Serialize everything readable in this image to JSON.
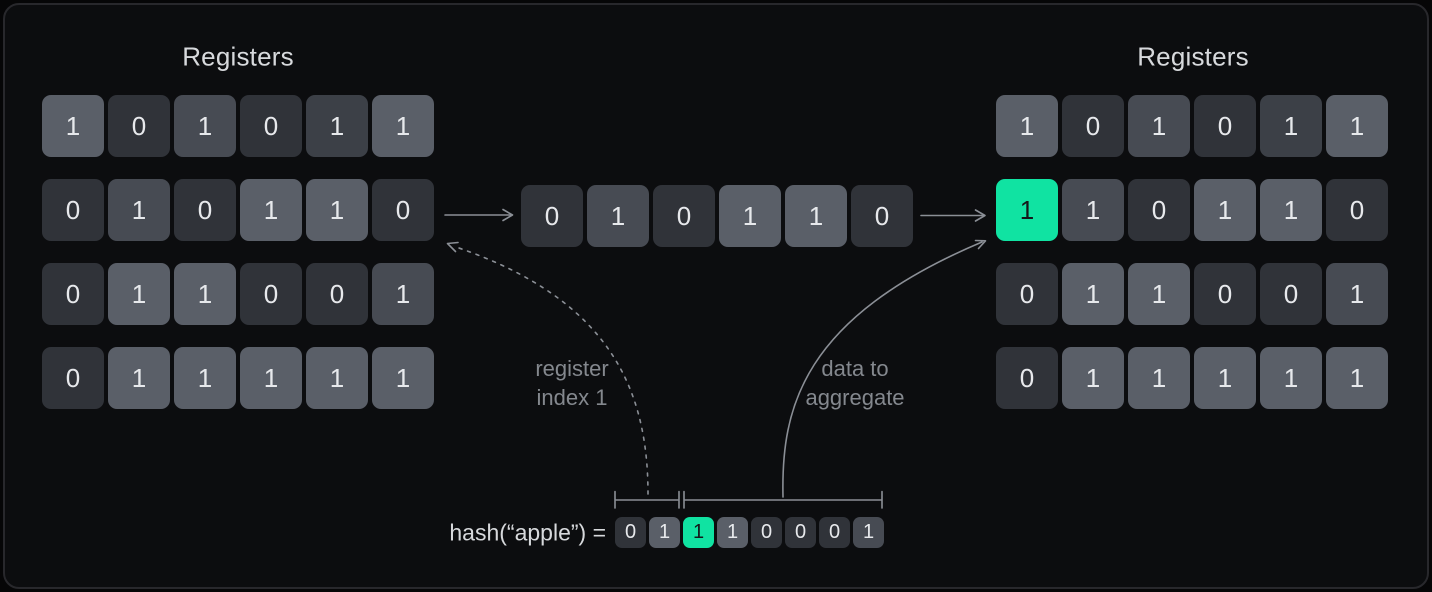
{
  "colors": {
    "page_bg": "#060607",
    "panel_bg": "#0c0d0f",
    "panel_border": "#28282c",
    "accent_green": "#10e3a2",
    "line_gray": "#8b8f96",
    "label_gray": "#84888e",
    "text_light": "#d7d9dc",
    "digit_light": "#e7e9ec",
    "digit_on_green": "#15181a",
    "cell_dark": "#303339",
    "cell_dark_mid": "#3c4047",
    "cell_mid": "#474b53",
    "cell_light": "#5a5f68"
  },
  "left_registers": {
    "title": "Registers",
    "rows": [
      [
        {
          "v": "1",
          "s": "l"
        },
        {
          "v": "0",
          "s": "d"
        },
        {
          "v": "1",
          "s": "m"
        },
        {
          "v": "0",
          "s": "d"
        },
        {
          "v": "1",
          "s": "dm"
        },
        {
          "v": "1",
          "s": "l"
        }
      ],
      [
        {
          "v": "0",
          "s": "d"
        },
        {
          "v": "1",
          "s": "m"
        },
        {
          "v": "0",
          "s": "d"
        },
        {
          "v": "1",
          "s": "l"
        },
        {
          "v": "1",
          "s": "l"
        },
        {
          "v": "0",
          "s": "d"
        }
      ],
      [
        {
          "v": "0",
          "s": "d"
        },
        {
          "v": "1",
          "s": "l"
        },
        {
          "v": "1",
          "s": "l"
        },
        {
          "v": "0",
          "s": "d"
        },
        {
          "v": "0",
          "s": "d"
        },
        {
          "v": "1",
          "s": "m"
        }
      ],
      [
        {
          "v": "0",
          "s": "d"
        },
        {
          "v": "1",
          "s": "l"
        },
        {
          "v": "1",
          "s": "l"
        },
        {
          "v": "1",
          "s": "l"
        },
        {
          "v": "1",
          "s": "l"
        },
        {
          "v": "1",
          "s": "l"
        }
      ]
    ]
  },
  "merged_row": {
    "cells": [
      {
        "v": "0",
        "s": "d"
      },
      {
        "v": "1",
        "s": "m"
      },
      {
        "v": "0",
        "s": "d"
      },
      {
        "v": "1",
        "s": "l"
      },
      {
        "v": "1",
        "s": "l"
      },
      {
        "v": "0",
        "s": "d"
      }
    ]
  },
  "right_registers": {
    "title": "Registers",
    "rows": [
      [
        {
          "v": "1",
          "s": "l"
        },
        {
          "v": "0",
          "s": "d"
        },
        {
          "v": "1",
          "s": "m"
        },
        {
          "v": "0",
          "s": "d"
        },
        {
          "v": "1",
          "s": "dm"
        },
        {
          "v": "1",
          "s": "l"
        }
      ],
      [
        {
          "v": "1",
          "s": "g"
        },
        {
          "v": "1",
          "s": "m"
        },
        {
          "v": "0",
          "s": "d"
        },
        {
          "v": "1",
          "s": "l"
        },
        {
          "v": "1",
          "s": "l"
        },
        {
          "v": "0",
          "s": "d"
        }
      ],
      [
        {
          "v": "0",
          "s": "d"
        },
        {
          "v": "1",
          "s": "l"
        },
        {
          "v": "1",
          "s": "l"
        },
        {
          "v": "0",
          "s": "d"
        },
        {
          "v": "0",
          "s": "d"
        },
        {
          "v": "1",
          "s": "m"
        }
      ],
      [
        {
          "v": "0",
          "s": "d"
        },
        {
          "v": "1",
          "s": "l"
        },
        {
          "v": "1",
          "s": "l"
        },
        {
          "v": "1",
          "s": "l"
        },
        {
          "v": "1",
          "s": "l"
        },
        {
          "v": "1",
          "s": "l"
        }
      ]
    ]
  },
  "labels": {
    "register_index": {
      "lines": [
        "register",
        "index 1"
      ]
    },
    "data_to_aggregate": {
      "lines": [
        "data to",
        "aggregate"
      ]
    }
  },
  "hash": {
    "expression": "hash(“apple”) =",
    "bits": [
      {
        "v": "0",
        "s": "d"
      },
      {
        "v": "1",
        "s": "l"
      },
      {
        "v": "1",
        "s": "g"
      },
      {
        "v": "1",
        "s": "l"
      },
      {
        "v": "0",
        "s": "d"
      },
      {
        "v": "0",
        "s": "d"
      },
      {
        "v": "0",
        "s": "d"
      },
      {
        "v": "1",
        "s": "m"
      }
    ]
  }
}
